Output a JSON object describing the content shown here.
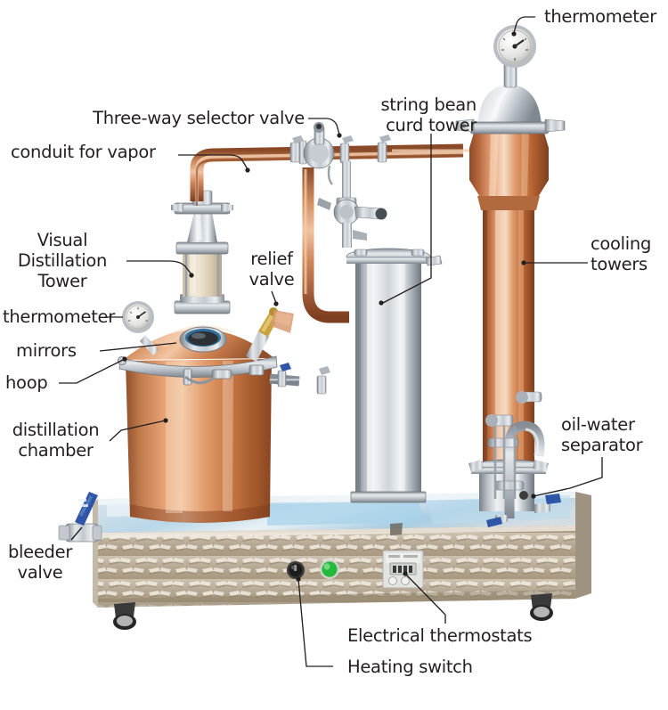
{
  "figure": {
    "title": "Annotated copper distillation / distiller unit diagram",
    "background_color": "#ffffff",
    "label_color": "#231f20",
    "leader_color": "#231f20",
    "palette": {
      "copper_light": "#e9a87c",
      "copper_mid": "#c4764a",
      "copper_dark": "#8d4a28",
      "copper_highlight": "#f6d3b8",
      "steel_light": "#e6e8ea",
      "steel_mid": "#b9bec4",
      "steel_dark": "#7d848c",
      "plate_base": "#b8ab98",
      "plate_light": "#ded5c6",
      "green_led": "#2fc24a",
      "blue_handle": "#2a56a8",
      "brass": "#c8a13a",
      "caster_black": "#2b2b2b",
      "blue_sticker": "#9fd4ef"
    }
  },
  "labels": [
    {
      "id": "thermometer-top",
      "text": "thermometer",
      "align": "left"
    },
    {
      "id": "string-bean-curd-tower",
      "text": "string bean\ncurd tower",
      "align": "right"
    },
    {
      "id": "three-way-selector",
      "text": "Three-way selector valve",
      "align": "right"
    },
    {
      "id": "conduit-for-vapor",
      "text": "conduit for vapor",
      "align": "left"
    },
    {
      "id": "visual-distillation",
      "text": "Visual\nDistillation\nTower",
      "align": "center"
    },
    {
      "id": "relief-valve",
      "text": "relief\nvalve",
      "align": "center"
    },
    {
      "id": "cooling-towers",
      "text": "cooling\ntowers",
      "align": "left"
    },
    {
      "id": "thermometer-pot",
      "text": "thermometer",
      "align": "left"
    },
    {
      "id": "mirrors",
      "text": "mirrors",
      "align": "left"
    },
    {
      "id": "hoop",
      "text": "hoop",
      "align": "left"
    },
    {
      "id": "distillation-chamber",
      "text": "distillation\nchamber",
      "align": "center"
    },
    {
      "id": "oil-water-separator",
      "text": "oil-water\nseparator",
      "align": "left"
    },
    {
      "id": "bleeder-valve",
      "text": "bleeder\nvalve",
      "align": "center"
    },
    {
      "id": "electrical-thermostats",
      "text": "Electrical thermostats",
      "align": "left"
    },
    {
      "id": "heating-switch",
      "text": "Heating switch",
      "align": "left"
    }
  ],
  "machine": {
    "parts": [
      "thermometer-gauge-right",
      "curd-tower-dome",
      "curd-tower-body",
      "cooling-tower-column",
      "vapor-conduit-pipe",
      "three-way-selector-valve",
      "visual-distillation-tower",
      "relief-valve-assembly",
      "thermometer-gauge-left",
      "sight-glass-mirror",
      "clamp-hoop",
      "copper-distillation-chamber",
      "stainless-condenser-column",
      "oil-water-separator-assembly",
      "bleeder-valve",
      "checker-plate-base",
      "heating-switch-knob",
      "green-indicator-lamp",
      "electrical-thermostat-panel",
      "caster-wheels"
    ]
  }
}
